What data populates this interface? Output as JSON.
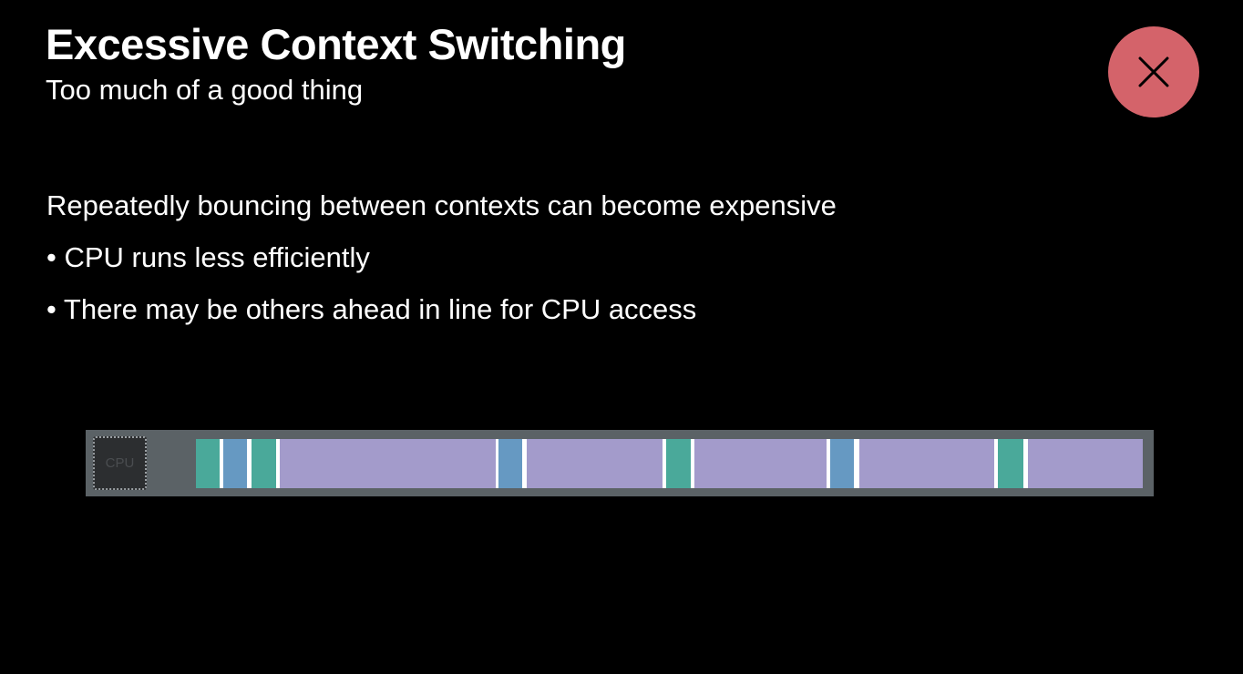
{
  "slide": {
    "title": "Excessive Context Switching",
    "subtitle": "Too much of a good thing",
    "lines": [
      "Repeatedly bouncing between contexts can become expensive",
      "• CPU runs less efficiently",
      "• There may be others ahead in line for CPU access"
    ]
  },
  "badge": {
    "icon": "close-icon",
    "color": "#d4636a"
  },
  "diagram": {
    "cpu_label": "CPU",
    "colors": {
      "green": "#4aa99a",
      "blue": "#6699c2",
      "purple": "#a39bcb",
      "track": "#5b6266"
    },
    "segments": [
      "green",
      "blue",
      "green",
      "purple",
      "blue",
      "purple",
      "green",
      "purple",
      "blue",
      "purple",
      "green",
      "purple"
    ]
  }
}
